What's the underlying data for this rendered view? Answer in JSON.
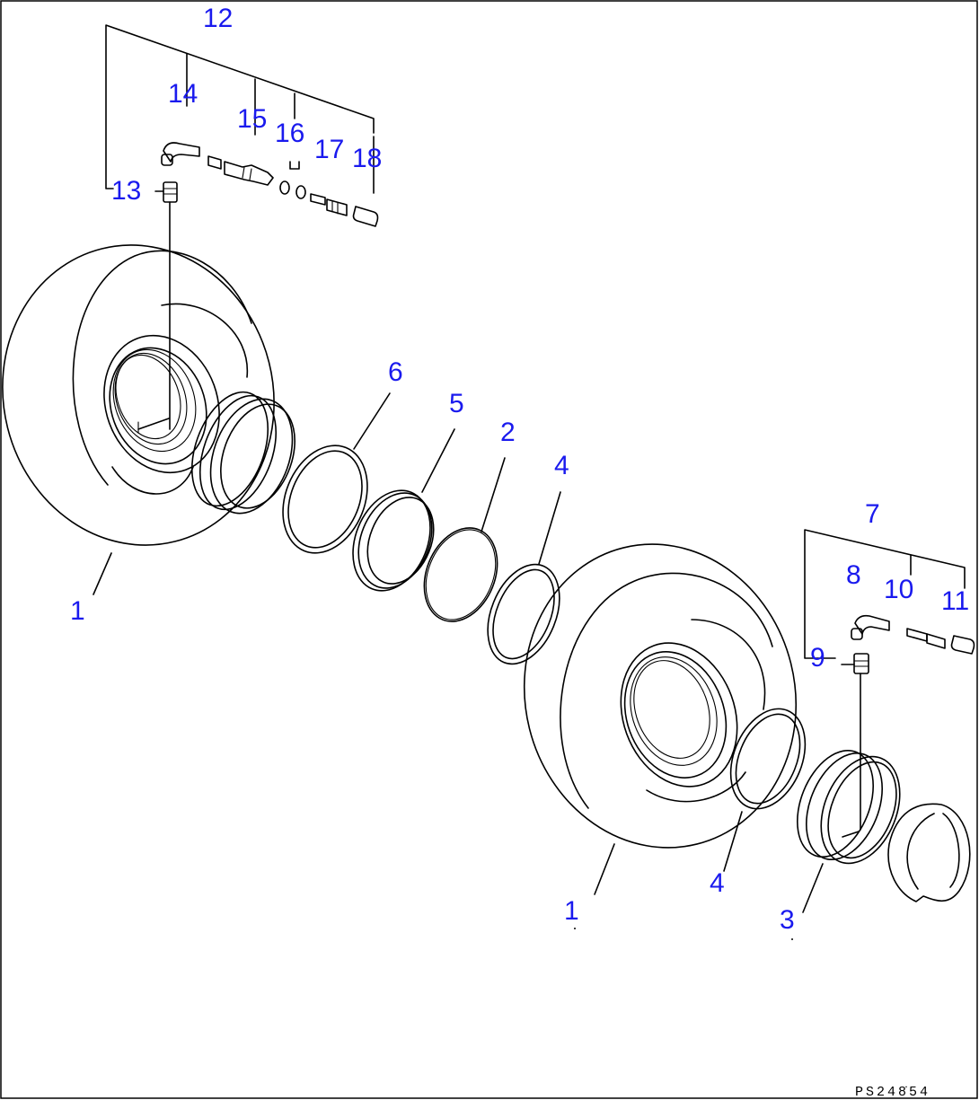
{
  "diagram": {
    "callouts": {
      "c1a": "1",
      "c1b": "1",
      "c2": "2",
      "c3": "3",
      "c4a": "4",
      "c4b": "4",
      "c5": "5",
      "c6": "6",
      "c7": "7",
      "c8": "8",
      "c9": "9",
      "c10": "10",
      "c11": "11",
      "c12": "12",
      "c13": "13",
      "c14": "14",
      "c15": "15",
      "c16": "16",
      "c17": "17",
      "c18": "18"
    },
    "drawing_ref": "PS248̇54"
  }
}
